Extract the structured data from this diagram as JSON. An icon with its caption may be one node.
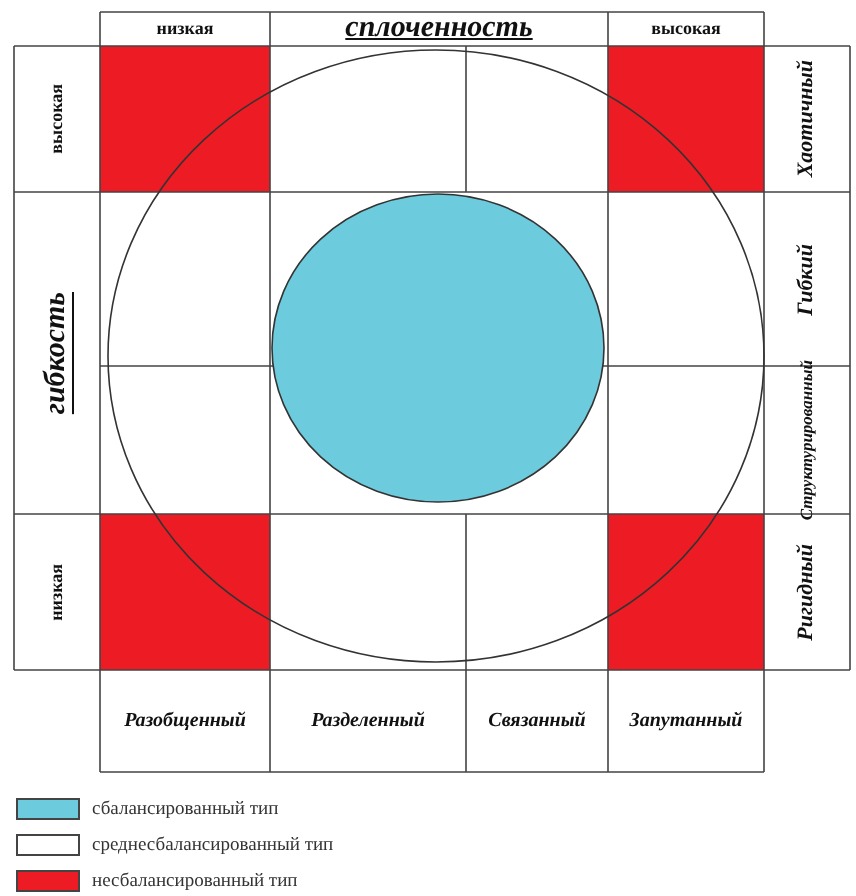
{
  "diagram": {
    "labels": [
      "низкая",
      "сплоченность",
      "высокая",
      "высокая",
      "Хаотичный",
      "гибкость",
      "Гибкий",
      "Структурированный",
      "низкая",
      "Ригидный",
      "Разобщенный",
      "Разделенный",
      "Связанный",
      "Запутанный"
    ],
    "legend": [
      {
        "text": "сбалансированный тип",
        "color": "#6ccbdc"
      },
      {
        "text": "среднесбалансированный тип",
        "color": "#ffffff"
      },
      {
        "text": "несбалансированный тип",
        "color": "#ed1c24"
      }
    ]
  }
}
